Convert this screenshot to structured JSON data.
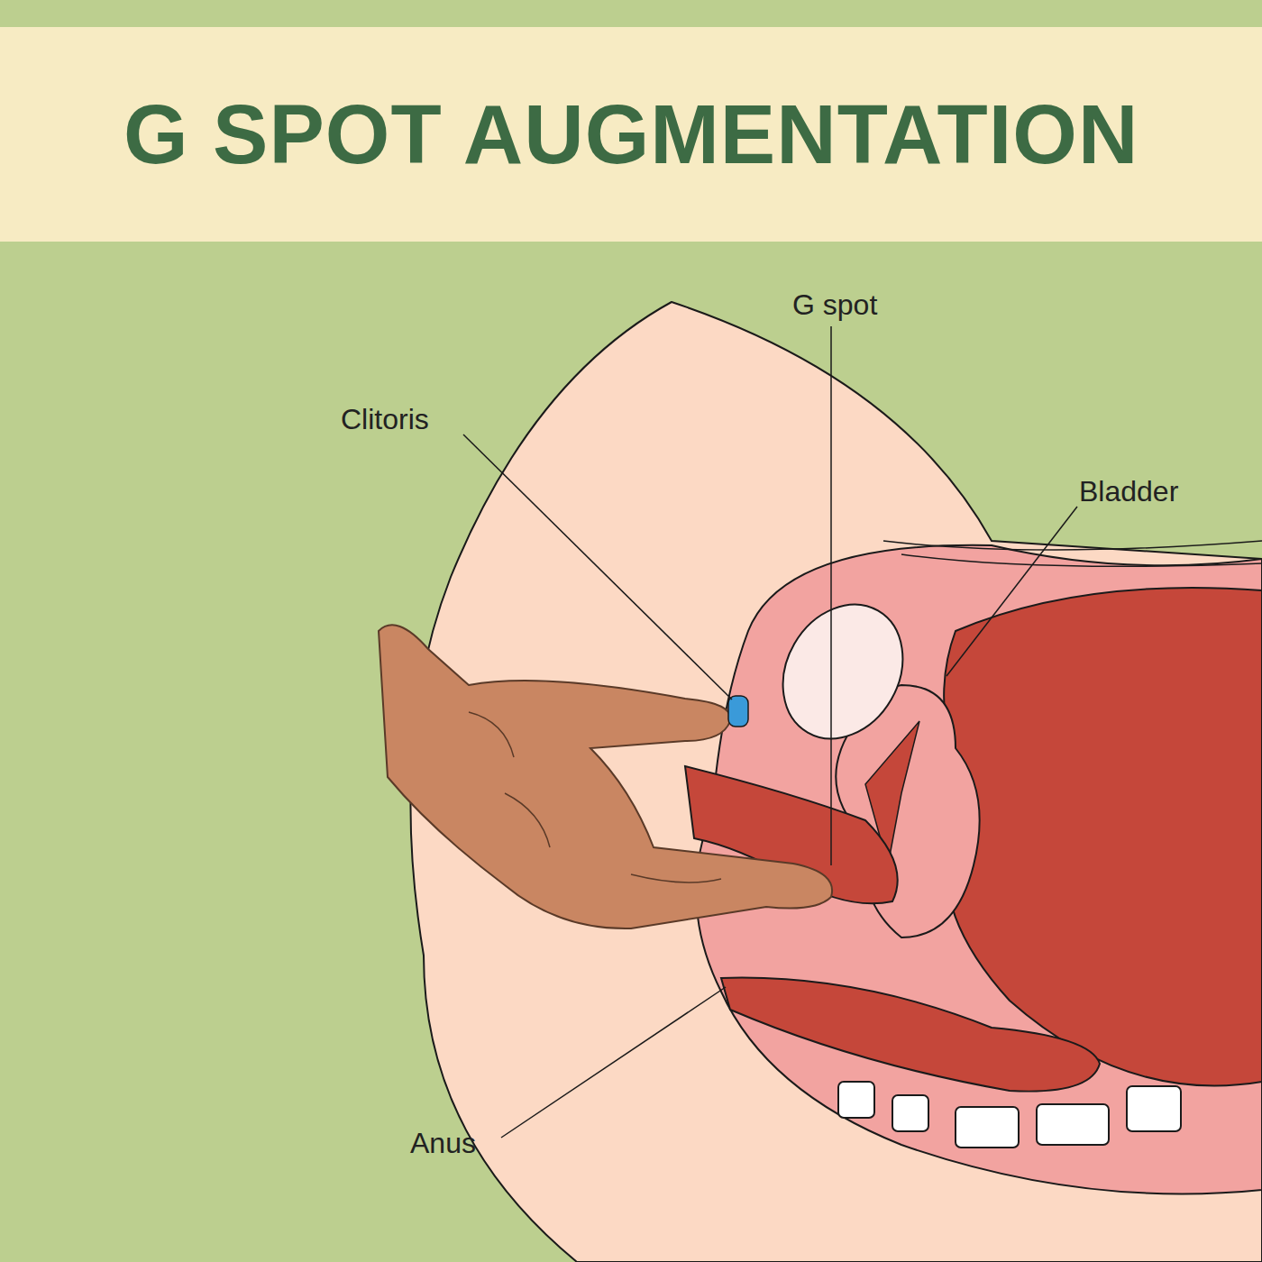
{
  "diagram": {
    "title": "G SPOT AUGMENTATION",
    "labels": [
      "G spot",
      "Clitoris",
      "Bladder",
      "Anus"
    ]
  }
}
